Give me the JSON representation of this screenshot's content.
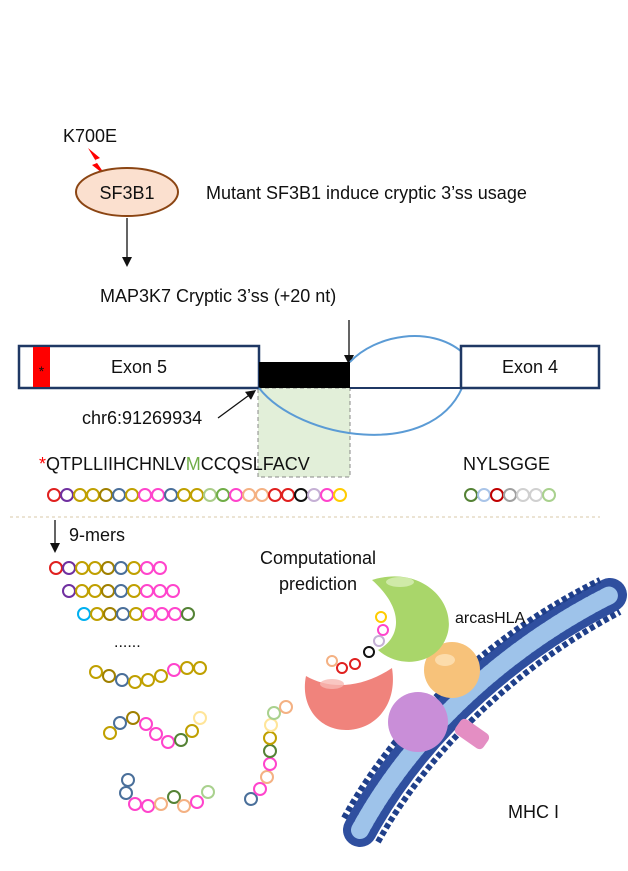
{
  "mutation": {
    "label": "K700E"
  },
  "gene": {
    "label": "SF3B1"
  },
  "statement": "Mutant SF3B1 induce cryptic 3’ss usage",
  "cryptic_site": "MAP3K7 Cryptic 3’ss (+20 nt)",
  "exon_left": "Exon 5",
  "exon_right": "Exon 4",
  "coordinate": "chr6:91269934",
  "peptide": {
    "star": "*",
    "part1": "QTPLLIIHCHNLV",
    "part2": "M",
    "part3": "CCQSLFACV",
    "right": "NYLSGGE"
  },
  "ninemers_label": "9-mers",
  "ellipsis": "......",
  "prediction_label_1": "Computational",
  "prediction_label_2": "prediction",
  "tool_label": "arcasHLA",
  "mhc_label": "MHC I",
  "colors": {
    "exon_border": "#1f3864",
    "gene_fill": "#fbe0cf",
    "gene_border": "#8b4513",
    "red": "#ff0000",
    "highlight_box": "#e2efd9",
    "intron_arc": "#5b9bd5",
    "methionine": "#70ad47"
  }
}
